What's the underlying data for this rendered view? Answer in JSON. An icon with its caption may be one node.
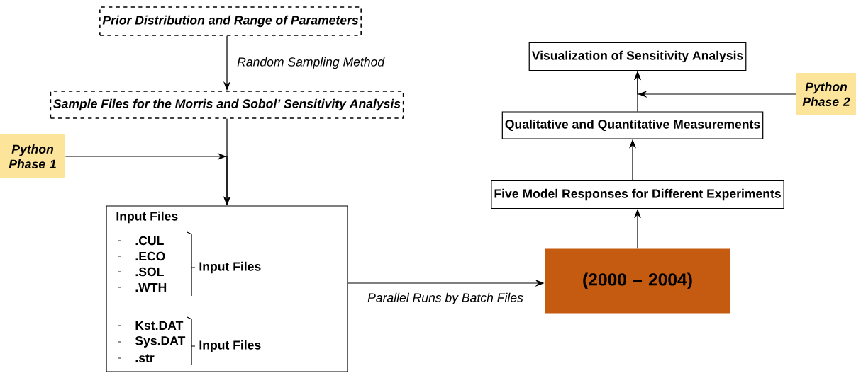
{
  "diagram": {
    "nodes": [
      {
        "text": [
          "Prior Distribution and Range of Parameters"
        ]
      },
      {
        "text": [
          "Sample Files for the Morris and Sobol’ Sensitivity Analysis"
        ]
      },
      {
        "text": [
          "Python Phase 1"
        ]
      },
      {
        "text": [
          "Input Files",
          ".CUL",
          ".ECO",
          ".SOL",
          ".WTH",
          "Input Files",
          "Kst.DAT",
          "Sys.DAT",
          ".str",
          "Input Files"
        ]
      },
      {
        "text": [
          "(2000 – 2004)"
        ]
      },
      {
        "text": [
          "Five Model Responses for Different Experiments"
        ]
      },
      {
        "text": [
          "Qualitative and Quantitative Measurements"
        ]
      },
      {
        "text": [
          "Visualization of Sensitivity Analysis"
        ]
      },
      {
        "text": [
          "Python Phase 2"
        ]
      }
    ],
    "edges": [
      {
        "from": 0,
        "to": 1,
        "arrow": "to",
        "label": "Random Sampling Method"
      },
      {
        "from": 1,
        "to": 3,
        "arrow": "to"
      },
      {
        "from": 2,
        "to": 3,
        "arrow": "to"
      },
      {
        "from": 3,
        "to": 4,
        "arrow": "to",
        "label": "Parallel Runs by Batch Files"
      },
      {
        "from": 4,
        "to": 5,
        "arrow": "to"
      },
      {
        "from": 5,
        "to": 6,
        "arrow": "to"
      },
      {
        "from": 6,
        "to": 7,
        "arrow": "to"
      },
      {
        "from": 8,
        "to": 7,
        "arrow": "to"
      }
    ]
  }
}
